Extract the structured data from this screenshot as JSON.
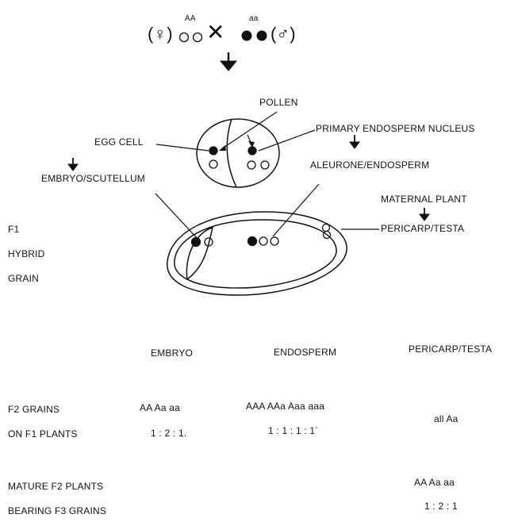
{
  "cross": {
    "female_symbol": "(♀)",
    "female_genotype": "AA",
    "cross_symbol": "✕",
    "male_genotype": "aa",
    "male_symbol": "(♂)"
  },
  "labels": {
    "pollen": "POLLEN",
    "egg_cell": "EGG CELL",
    "embryo_scutellum": "EMBRYO/SCUTELLUM",
    "primary_endosperm_nucleus": "PRIMARY ENDOSPERM NUCLEUS",
    "aleurone_endosperm": "ALEURONE/ENDOSPERM",
    "maternal_plant": "MATERNAL PLANT",
    "pericarp_testa": "PERICARP/TESTA",
    "f1": "F1",
    "hybrid": "HYBRID",
    "grain": "GRAIN"
  },
  "table": {
    "headers": [
      "EMBRYO",
      "ENDOSPERM",
      "PERICARP/TESTA"
    ],
    "row1_label_a": "F2 GRAINS",
    "row1_label_b": "ON F1 PLANTS",
    "embryo_genotypes": "AA  Aa  aa",
    "embryo_ratio": "1 : 2 : 1.",
    "endosperm_genotypes": "AAA  AAa  Aaa  aaa",
    "endosperm_ratio": "1  :  1  :  1  :  1`",
    "pericarp_value": "all Aa",
    "row2_label_a": "MATURE F2 PLANTS",
    "row2_label_b": "BEARING F3 GRAINS",
    "f2_genotypes": "AA  Aa  aa",
    "f2_ratio": "1 : 2 : 1"
  }
}
